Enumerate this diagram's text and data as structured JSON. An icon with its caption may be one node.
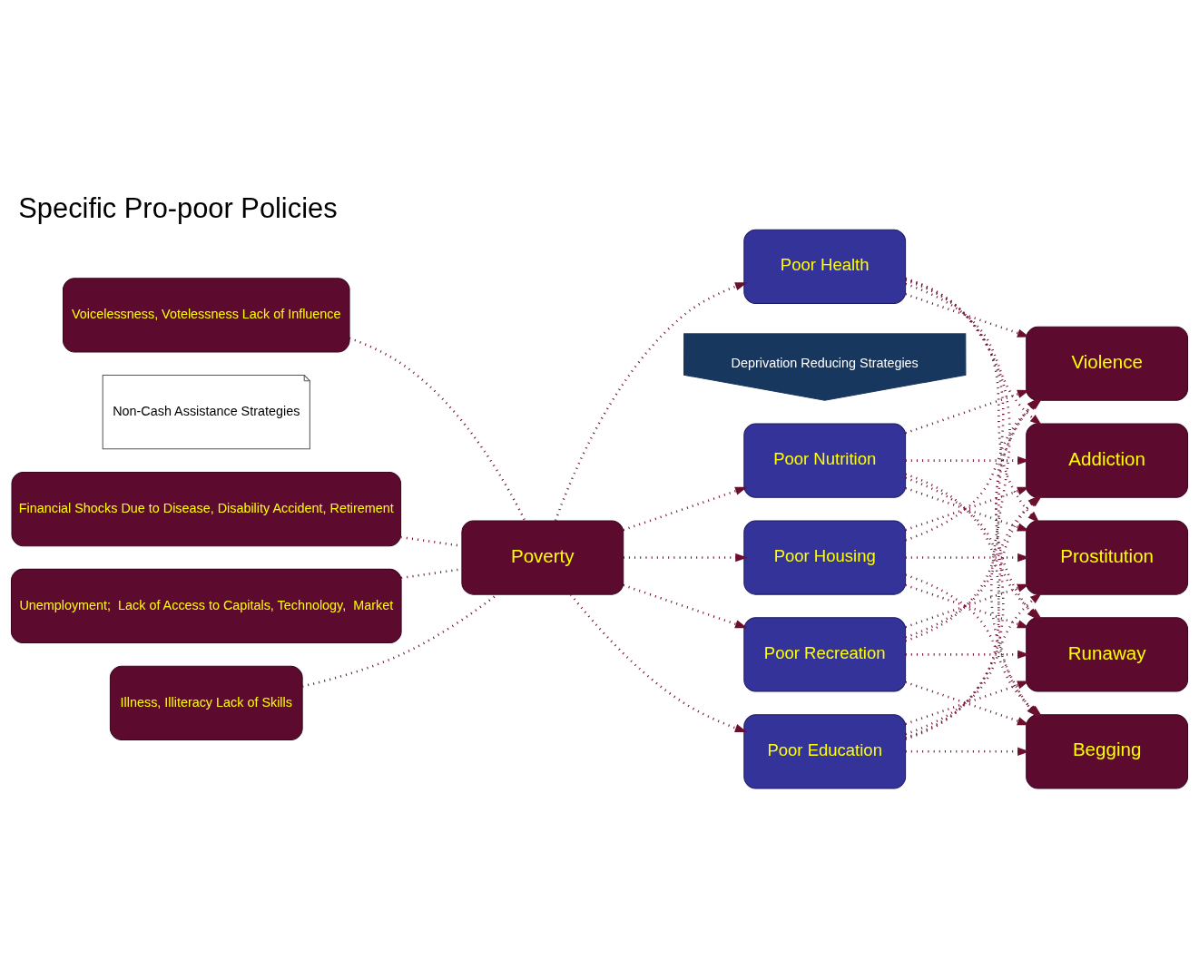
{
  "diagram": {
    "title": "Specific Pro-poor Policies",
    "nodes": [
      {
        "text": [
          "Unemployment;  Lack of Access to Capitals, Technology,  Market"
        ]
      },
      {
        "text": [
          "Illness, Illiteracy Lack of Skills"
        ]
      },
      {
        "text": [
          "Financial Shocks Due to Disease, Disability Accident, Retirement"
        ]
      },
      {
        "text": [
          "Voicelessness, Votelessness Lack of Influence"
        ]
      },
      {
        "text": [
          "Poverty"
        ]
      },
      {
        "text": [
          "Poor Nutrition"
        ]
      },
      {
        "text": [
          "Poor Housing"
        ]
      },
      {
        "text": [
          "Poor Recreation"
        ]
      },
      {
        "text": [
          "Poor Education"
        ]
      },
      {
        "text": [
          "Poor Health"
        ]
      },
      {
        "text": [
          "Addiction"
        ]
      },
      {
        "text": [
          "Prostitution"
        ]
      },
      {
        "text": [
          "Runaway"
        ]
      },
      {
        "text": [
          "Begging"
        ]
      },
      {
        "text": [
          "Violence"
        ]
      },
      {
        "text": [
          "Non-Cash Assistance Strategies"
        ]
      },
      {
        "text": [
          "Deprivation Reducing Strategies"
        ]
      }
    ],
    "edges": [
      {
        "from": 0,
        "to": 4,
        "arrow": "none"
      },
      {
        "from": 1,
        "to": 4,
        "arrow": "none"
      },
      {
        "from": 2,
        "to": 4,
        "arrow": "none"
      },
      {
        "from": 3,
        "to": 4,
        "arrow": "none"
      },
      {
        "from": 4,
        "to": 5,
        "arrow": "to"
      },
      {
        "from": 4,
        "to": 6,
        "arrow": "to"
      },
      {
        "from": 4,
        "to": 7,
        "arrow": "to"
      },
      {
        "from": 4,
        "to": 8,
        "arrow": "to"
      },
      {
        "from": 4,
        "to": 9,
        "arrow": "to"
      },
      {
        "from": 5,
        "to": 10,
        "arrow": "to"
      },
      {
        "from": 5,
        "to": 11,
        "arrow": "to"
      },
      {
        "from": 5,
        "to": 12,
        "arrow": "to"
      },
      {
        "from": 5,
        "to": 13,
        "arrow": "to"
      },
      {
        "from": 5,
        "to": 14,
        "arrow": "to"
      },
      {
        "from": 6,
        "to": 10,
        "arrow": "to"
      },
      {
        "from": 6,
        "to": 11,
        "arrow": "to"
      },
      {
        "from": 6,
        "to": 12,
        "arrow": "to"
      },
      {
        "from": 6,
        "to": 13,
        "arrow": "to"
      },
      {
        "from": 6,
        "to": 14,
        "arrow": "to"
      },
      {
        "from": 7,
        "to": 10,
        "arrow": "to"
      },
      {
        "from": 7,
        "to": 11,
        "arrow": "to"
      },
      {
        "from": 7,
        "to": 12,
        "arrow": "to"
      },
      {
        "from": 7,
        "to": 13,
        "arrow": "to"
      },
      {
        "from": 7,
        "to": 14,
        "arrow": "to"
      },
      {
        "from": 8,
        "to": 10,
        "arrow": "to"
      },
      {
        "from": 8,
        "to": 11,
        "arrow": "to"
      },
      {
        "from": 8,
        "to": 12,
        "arrow": "to"
      },
      {
        "from": 8,
        "to": 13,
        "arrow": "to"
      },
      {
        "from": 8,
        "to": 14,
        "arrow": "to"
      },
      {
        "from": 9,
        "to": 10,
        "arrow": "to"
      },
      {
        "from": 9,
        "to": 11,
        "arrow": "to"
      },
      {
        "from": 9,
        "to": 12,
        "arrow": "to"
      },
      {
        "from": 9,
        "to": 13,
        "arrow": "to"
      },
      {
        "from": 9,
        "to": 14,
        "arrow": "to"
      }
    ]
  }
}
